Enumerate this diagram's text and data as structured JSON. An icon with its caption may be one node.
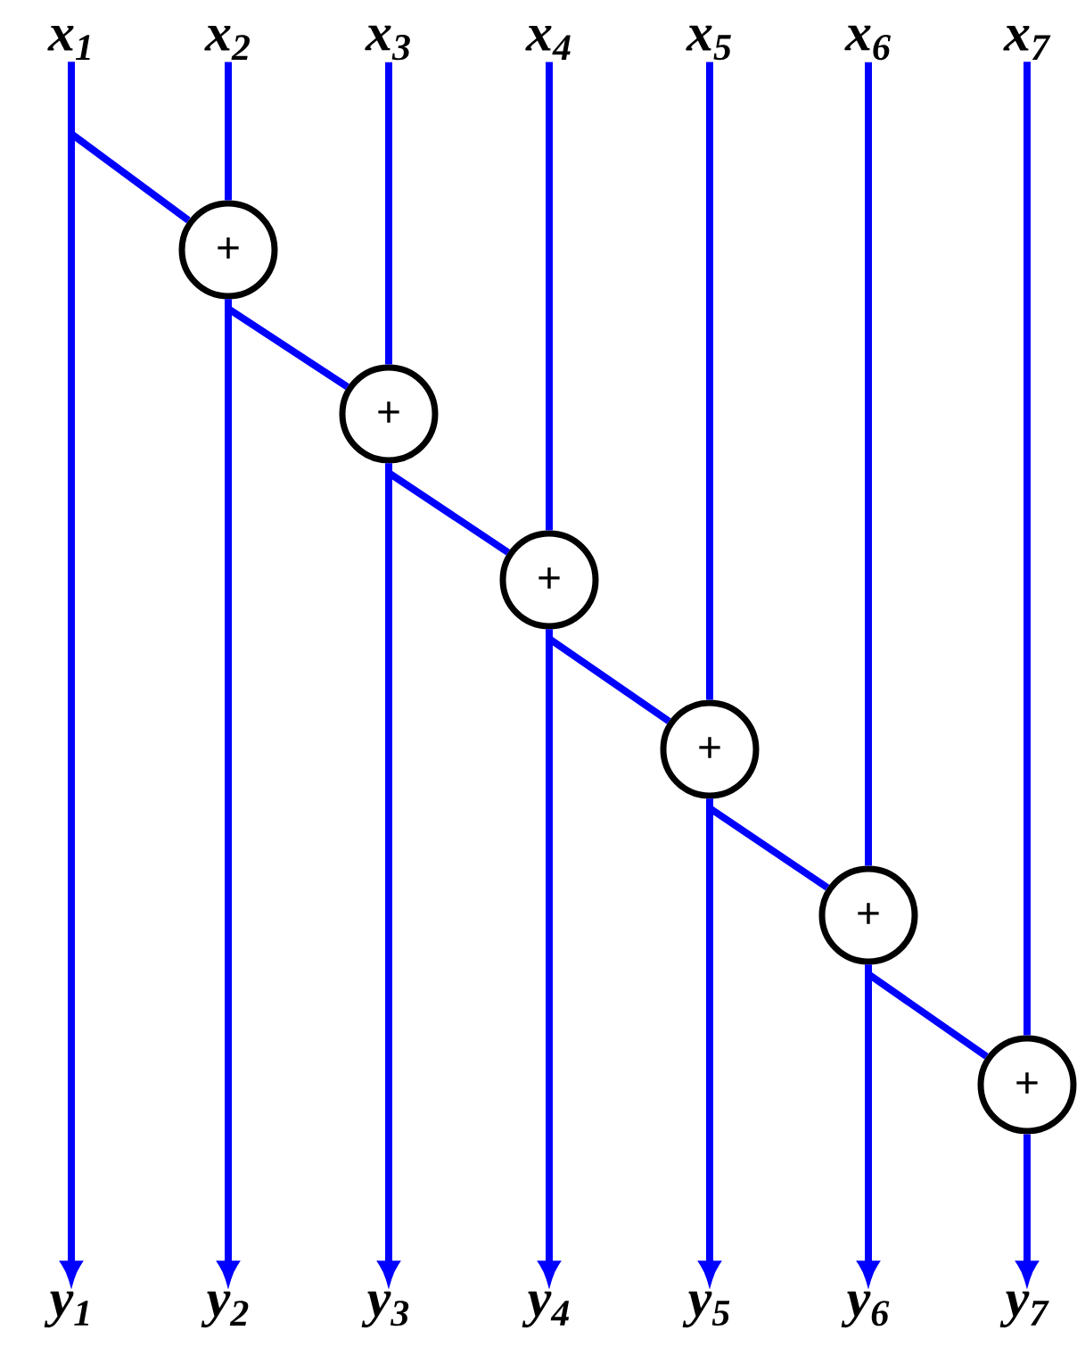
{
  "diagram": {
    "nodes": [
      {
        "text": [
          "x$_{1}$"
        ]
      },
      {
        "text": [
          "x$_{2}$"
        ]
      },
      {
        "text": [
          "x$_{3}$"
        ]
      },
      {
        "text": [
          "x$_{4}$"
        ]
      },
      {
        "text": [
          "x$_{5}$"
        ]
      },
      {
        "text": [
          "x$_{6}$"
        ]
      },
      {
        "text": [
          "x$_{7}$"
        ]
      },
      {
        "text": [
          "+"
        ]
      },
      {
        "text": [
          "+"
        ]
      },
      {
        "text": [
          "+"
        ]
      },
      {
        "text": [
          "+"
        ]
      },
      {
        "text": [
          "+"
        ]
      },
      {
        "text": [
          "+"
        ]
      },
      {
        "text": [
          "y$_{1}$"
        ]
      },
      {
        "text": [
          "y$_{2}$"
        ]
      },
      {
        "text": [
          "y$_{3}$"
        ]
      },
      {
        "text": [
          "y$_{4}$"
        ]
      },
      {
        "text": [
          "y$_{5}$"
        ]
      },
      {
        "text": [
          "y$_{6}$"
        ]
      },
      {
        "text": [
          "y$_{7}$"
        ]
      }
    ],
    "edges": [
      {
        "from": 0,
        "to": 13,
        "arrow": "to"
      },
      {
        "from": 0,
        "to": 7,
        "arrow": "none"
      },
      {
        "from": 1,
        "to": 7,
        "arrow": "none"
      },
      {
        "from": 7,
        "to": 14,
        "arrow": "to"
      },
      {
        "from": 7,
        "to": 8,
        "arrow": "none"
      },
      {
        "from": 2,
        "to": 8,
        "arrow": "none"
      },
      {
        "from": 8,
        "to": 15,
        "arrow": "to"
      },
      {
        "from": 8,
        "to": 9,
        "arrow": "none"
      },
      {
        "from": 3,
        "to": 9,
        "arrow": "none"
      },
      {
        "from": 9,
        "to": 16,
        "arrow": "to"
      },
      {
        "from": 9,
        "to": 10,
        "arrow": "none"
      },
      {
        "from": 4,
        "to": 10,
        "arrow": "none"
      },
      {
        "from": 10,
        "to": 17,
        "arrow": "to"
      },
      {
        "from": 10,
        "to": 11,
        "arrow": "none"
      },
      {
        "from": 5,
        "to": 11,
        "arrow": "none"
      },
      {
        "from": 11,
        "to": 18,
        "arrow": "to"
      },
      {
        "from": 11,
        "to": 12,
        "arrow": "none"
      },
      {
        "from": 6,
        "to": 12,
        "arrow": "none"
      },
      {
        "from": 12,
        "to": 19,
        "arrow": "to"
      }
    ]
  }
}
